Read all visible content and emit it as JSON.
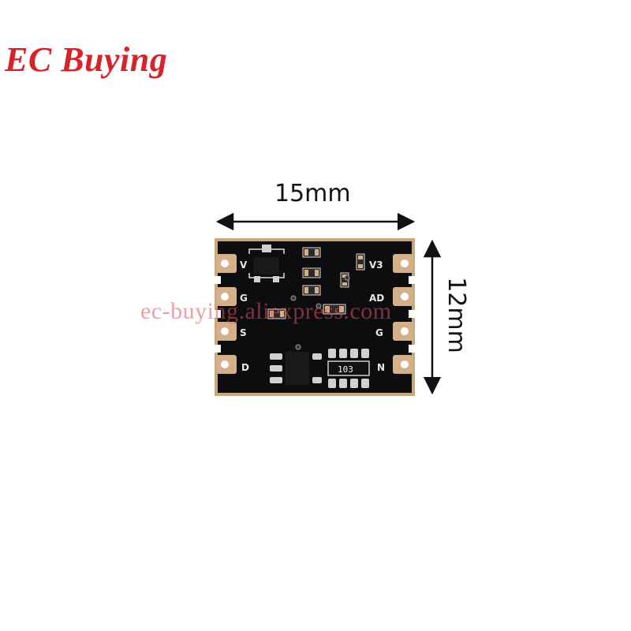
{
  "brand": {
    "logo_text": "EC Buying",
    "color": "#d8232a"
  },
  "dimensions": {
    "width_label": "15mm",
    "height_label": "12mm"
  },
  "watermark": "ec-buying.aliexpress.com",
  "board": {
    "color": "#0d0d0f",
    "edge_color": "#c8a878",
    "pad_color": "#d4b08a",
    "left_pin_labels": [
      "V",
      "G",
      "S",
      "D"
    ],
    "right_pin_labels": [
      "V3",
      "AD",
      "G",
      "N"
    ],
    "chip_marking": "103"
  }
}
